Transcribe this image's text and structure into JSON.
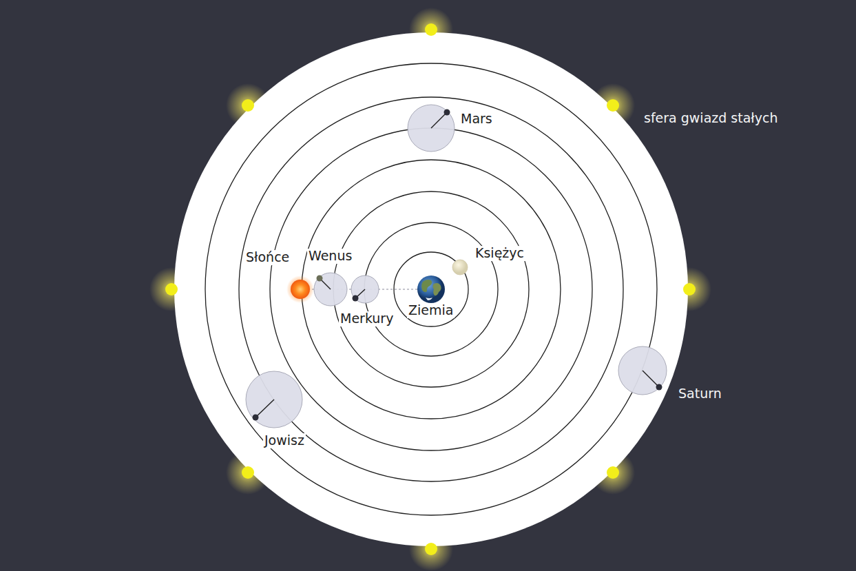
{
  "diagram": {
    "labels": [
      "Mars",
      "sfera gwiazd stałych",
      "Słońce",
      "Wenus",
      "Księżyc",
      "Merkury",
      "Ziemia",
      "Saturn",
      "Jowisz"
    ]
  }
}
